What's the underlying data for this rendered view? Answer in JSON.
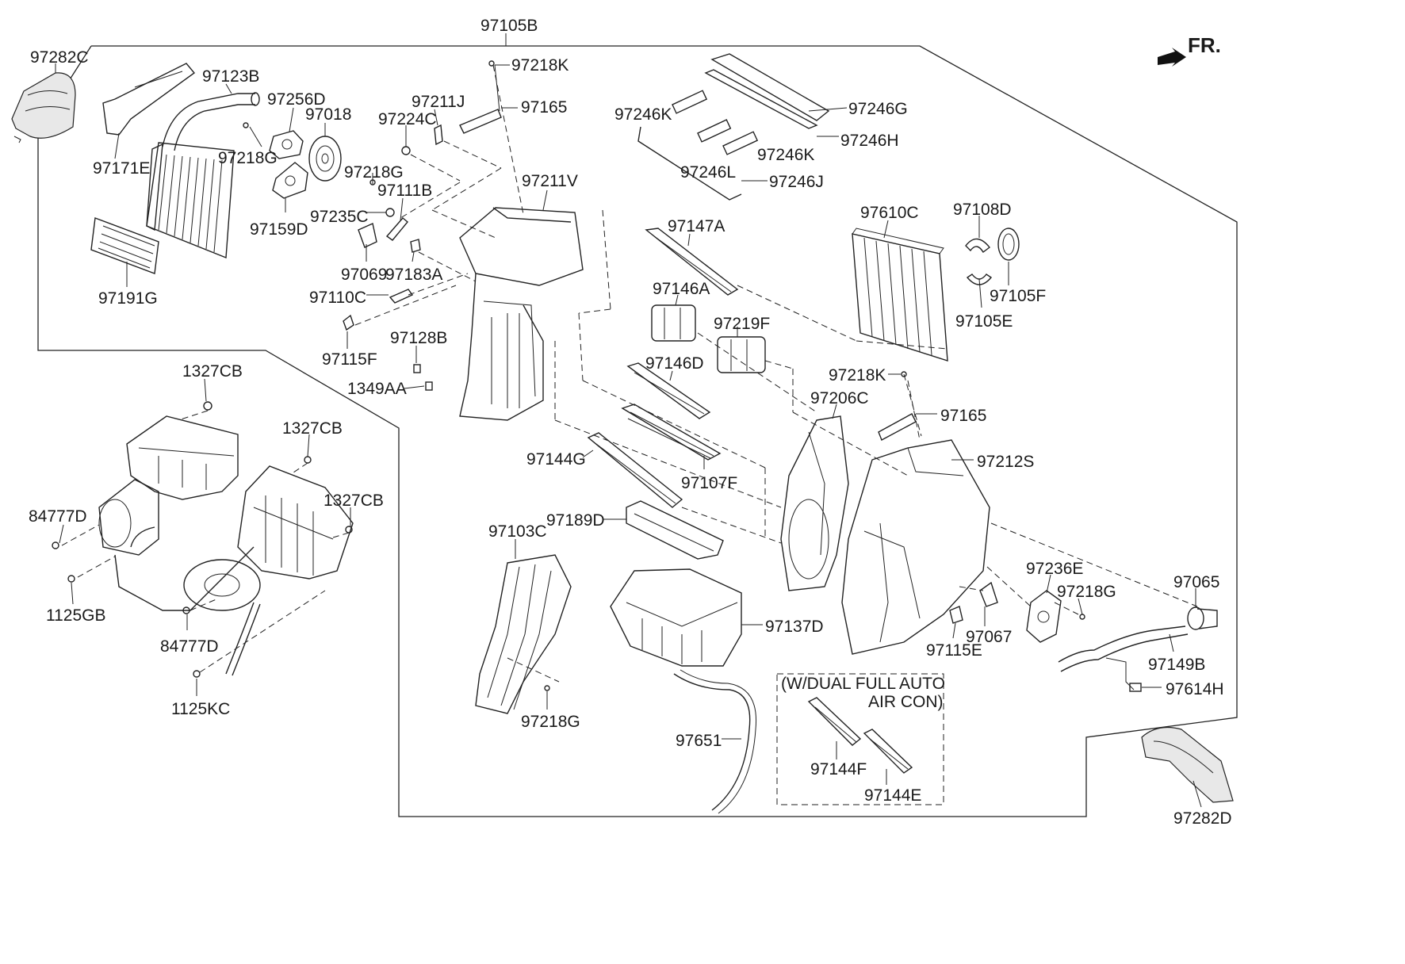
{
  "orientation": {
    "label": "FR.",
    "icon": "front-direction-arrow-icon"
  },
  "option_box": {
    "line1": "(W/DUAL FULL AUTO",
    "line2": "AIR CON)"
  },
  "labels": {
    "p97105B": "97105B",
    "p97282C": "97282C",
    "p97123B": "97123B",
    "p97256D": "97256D",
    "p97018": "97018",
    "p97218K_top": "97218K",
    "p97211J": "97211J",
    "p97165_top": "97165",
    "p97224C": "97224C",
    "p97246K_left": "97246K",
    "p97246G": "97246G",
    "p97246H": "97246H",
    "p97246K_right": "97246K",
    "p97246L": "97246L",
    "p97246J": "97246J",
    "p97171E": "97171E",
    "p97218G_a": "97218G",
    "p97218G_b": "97218G",
    "p97111B": "97111B",
    "p97211V": "97211V",
    "p97235C": "97235C",
    "p97159D": "97159D",
    "p97610C": "97610C",
    "p97108D": "97108D",
    "p97147A": "97147A",
    "p97069": "97069",
    "p97183A": "97183A",
    "p97191G": "97191G",
    "p97105F": "97105F",
    "p97110C": "97110C",
    "p97146A": "97146A",
    "p97105E": "97105E",
    "p97219F": "97219F",
    "p97128B": "97128B",
    "p97115F": "97115F",
    "p97146D": "97146D",
    "p1327CB_a": "1327CB",
    "p97218K_mid": "97218K",
    "p1349AA": "1349AA",
    "p97206C": "97206C",
    "p97165_mid": "97165",
    "p1327CB_b": "1327CB",
    "p97144G": "97144G",
    "p97212S": "97212S",
    "p97107F": "97107F",
    "p1327CB_c": "1327CB",
    "p84777D_a": "84777D",
    "p97189D": "97189D",
    "p97103C": "97103C",
    "p97236E": "97236E",
    "p97065": "97065",
    "p97218G_c": "97218G",
    "p1125GB": "1125GB",
    "p97137D": "97137D",
    "p84777D_b": "84777D",
    "p97067": "97067",
    "p97115E": "97115E",
    "p97149B": "97149B",
    "p97614H": "97614H",
    "p1125KC": "1125KC",
    "p97218G_d": "97218G",
    "p97651": "97651",
    "p97144F": "97144F",
    "p97144E": "97144E",
    "p97282D": "97282D"
  }
}
